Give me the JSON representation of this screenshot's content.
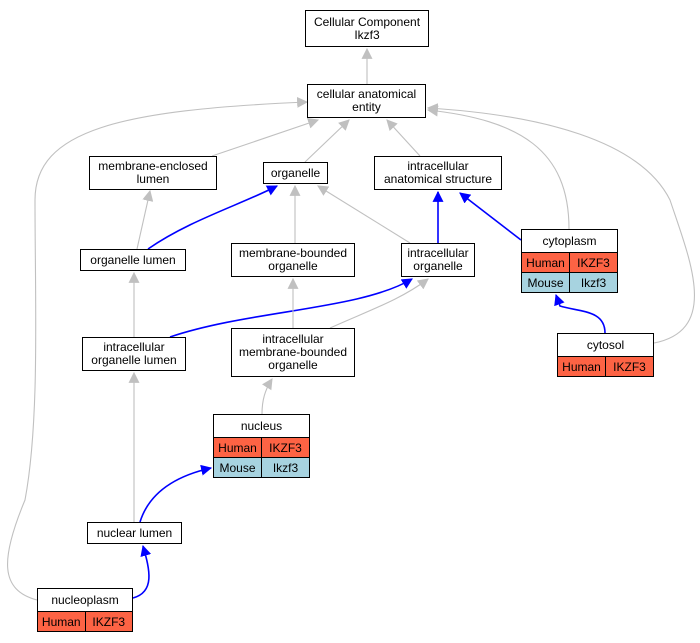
{
  "colors": {
    "human": "#fd6344",
    "mouse": "#a7d3e0",
    "edge_gray": "#c0c0c0",
    "edge_blue": "#0000ff"
  },
  "nodes": [
    {
      "id": "cellular-component",
      "label": "Cellular Component\nIkzf3"
    },
    {
      "id": "cellular-anatomical-entity",
      "label": "cellular anatomical\nentity"
    },
    {
      "id": "membrane-enclosed-lumen",
      "label": "membrane-enclosed\nlumen"
    },
    {
      "id": "organelle",
      "label": "organelle"
    },
    {
      "id": "intracellular-anatomical-structure",
      "label": "intracellular\nanatomical structure"
    },
    {
      "id": "organelle-lumen",
      "label": "organelle lumen"
    },
    {
      "id": "membrane-bounded-organelle",
      "label": "membrane-bounded\norganelle"
    },
    {
      "id": "intracellular-organelle",
      "label": "intracellular\norganelle"
    },
    {
      "id": "cytoplasm",
      "label": "cytoplasm",
      "rows": [
        [
          "Human",
          "IKZF3"
        ],
        [
          "Mouse",
          "Ikzf3"
        ]
      ]
    },
    {
      "id": "intracellular-organelle-lumen",
      "label": "intracellular\norganelle lumen"
    },
    {
      "id": "intracellular-membrane-bounded-organelle",
      "label": "intracellular\nmembrane-bounded\norganelle"
    },
    {
      "id": "cytosol",
      "label": "cytosol",
      "rows": [
        [
          "Human",
          "IKZF3"
        ]
      ]
    },
    {
      "id": "nucleus",
      "label": "nucleus",
      "rows": [
        [
          "Human",
          "IKZF3"
        ],
        [
          "Mouse",
          "Ikzf3"
        ]
      ]
    },
    {
      "id": "nuclear-lumen",
      "label": "nuclear lumen"
    },
    {
      "id": "nucleoplasm",
      "label": "nucleoplasm",
      "rows": [
        [
          "Human",
          "IKZF3"
        ]
      ]
    }
  ],
  "edges": [
    {
      "from": "cellular-anatomical-entity",
      "to": "cellular-component",
      "color": "gray"
    },
    {
      "from": "membrane-enclosed-lumen",
      "to": "cellular-anatomical-entity",
      "color": "gray"
    },
    {
      "from": "organelle",
      "to": "cellular-anatomical-entity",
      "color": "gray"
    },
    {
      "from": "intracellular-anatomical-structure",
      "to": "cellular-anatomical-entity",
      "color": "gray"
    },
    {
      "from": "cytoplasm",
      "to": "cellular-anatomical-entity",
      "color": "gray"
    },
    {
      "from": "cytosol",
      "to": "cellular-anatomical-entity",
      "color": "gray"
    },
    {
      "from": "nucleoplasm",
      "to": "cellular-anatomical-entity",
      "color": "gray"
    },
    {
      "from": "organelle-lumen",
      "to": "membrane-enclosed-lumen",
      "color": "gray"
    },
    {
      "from": "organelle-lumen",
      "to": "organelle",
      "color": "blue"
    },
    {
      "from": "membrane-bounded-organelle",
      "to": "organelle",
      "color": "gray"
    },
    {
      "from": "intracellular-organelle",
      "to": "organelle",
      "color": "gray"
    },
    {
      "from": "intracellular-organelle",
      "to": "intracellular-anatomical-structure",
      "color": "blue"
    },
    {
      "from": "cytoplasm",
      "to": "intracellular-anatomical-structure",
      "color": "blue"
    },
    {
      "from": "cytosol",
      "to": "cytoplasm",
      "color": "blue"
    },
    {
      "from": "intracellular-organelle-lumen",
      "to": "organelle-lumen",
      "color": "gray"
    },
    {
      "from": "intracellular-organelle-lumen",
      "to": "intracellular-organelle",
      "color": "blue"
    },
    {
      "from": "intracellular-membrane-bounded-organelle",
      "to": "membrane-bounded-organelle",
      "color": "gray"
    },
    {
      "from": "intracellular-membrane-bounded-organelle",
      "to": "intracellular-organelle",
      "color": "gray"
    },
    {
      "from": "nucleus",
      "to": "intracellular-membrane-bounded-organelle",
      "color": "gray"
    },
    {
      "from": "nuclear-lumen",
      "to": "intracellular-organelle-lumen",
      "color": "gray"
    },
    {
      "from": "nuclear-lumen",
      "to": "nucleus",
      "color": "blue"
    },
    {
      "from": "nucleoplasm",
      "to": "nuclear-lumen",
      "color": "blue"
    }
  ]
}
